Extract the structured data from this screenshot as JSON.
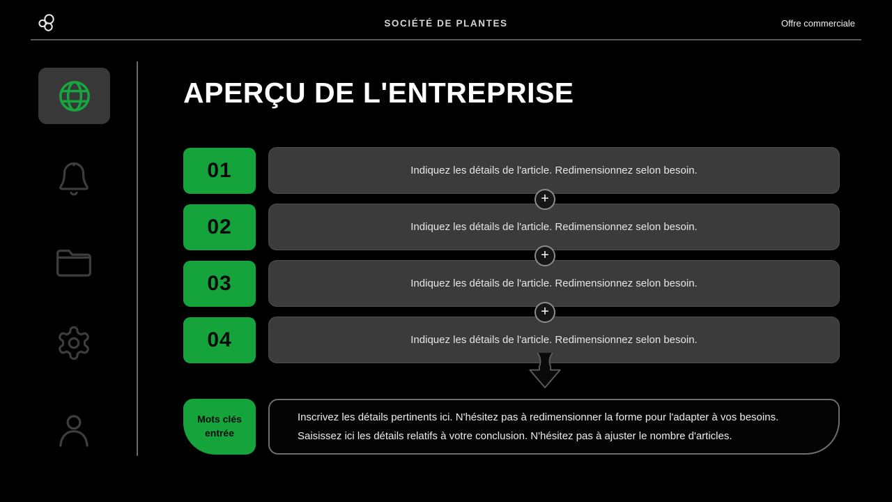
{
  "topbar": {
    "title": "SOCIÉTÉ DE PLANTES",
    "offer_link": "Offre commerciale"
  },
  "sidebar": {
    "items": [
      {
        "icon": "globe-icon",
        "active": true
      },
      {
        "icon": "bell-icon",
        "active": false
      },
      {
        "icon": "folder-icon",
        "active": false
      },
      {
        "icon": "gear-icon",
        "active": false
      },
      {
        "icon": "user-icon",
        "active": false
      }
    ]
  },
  "main": {
    "heading": "APERÇU DE L'ENTREPRISE",
    "plus_label": "+",
    "rows": [
      {
        "number": "01",
        "text": "Indiquez les détails de l'article. Redimensionnez selon besoin."
      },
      {
        "number": "02",
        "text": "Indiquez les détails de l'article. Redimensionnez selon besoin."
      },
      {
        "number": "03",
        "text": "Indiquez les détails de l'article. Redimensionnez selon besoin."
      },
      {
        "number": "04",
        "text": "Indiquez les détails de l'article. Redimensionnez selon besoin."
      }
    ],
    "keyword_box": {
      "line1": "Mots clés",
      "line2": "entrée"
    },
    "conclusion": {
      "line1": "Inscrivez les détails pertinents ici. N'hésitez pas à redimensionner la forme pour l'adapter à vos besoins.",
      "line2": "Saisissez ici les détails relatifs à votre conclusion. N'hésitez pas à ajuster le nombre d'articles."
    }
  },
  "colors": {
    "accent_green": "#15A33C",
    "box_gray": "#3B3B3B",
    "line_gray": "#585858",
    "background": "#000000"
  }
}
